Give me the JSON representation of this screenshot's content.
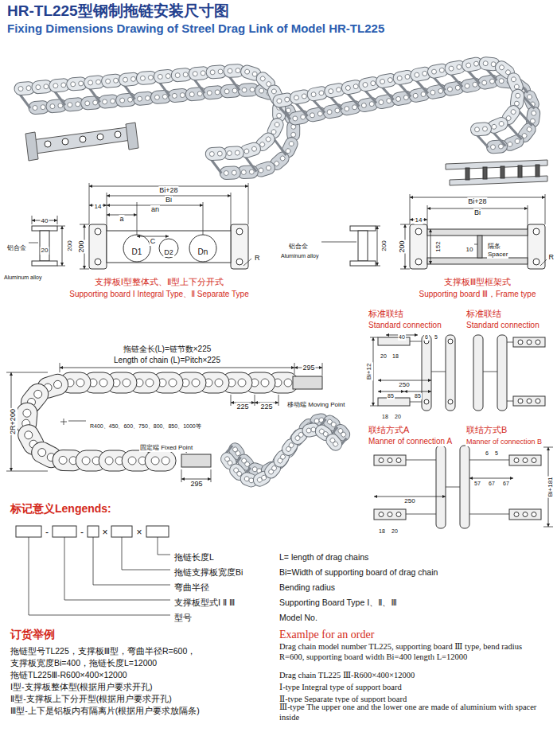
{
  "diagram": {
    "title": "HR-TL225型钢制拖链安装尺寸图",
    "labels": [
      "Fixing Dimensions Drawing of Streel Drag Link of Model HR-TL225",
      "Bi+28",
      "Bi",
      "14",
      "an",
      "a",
      "C",
      "D1",
      "D2",
      "Dn",
      "200",
      "R",
      "40",
      "20",
      "200",
      "铝合金",
      "Aluminum alloy",
      "支撑板Ⅰ型整体式、Ⅱ型上下分开式",
      "Supporting board Ⅰ Integral Type、Ⅱ Separate Type",
      "Bi+28",
      "Bi",
      "14",
      "10",
      "隔条",
      "Spacer",
      "152",
      "200",
      "R",
      "铝合金",
      "Aluminum alloy",
      "200",
      "支撑板Ⅲ型框架式",
      "Supporting board Ⅲ，Frame type",
      "拖链全长(L)=链节数×225",
      "Length of chain (L)=Pitch×225",
      "295",
      "225",
      "225",
      "移动端 Moving Point",
      "2R+200",
      "R400、450、600、750、800、850、1000等",
      "固定端 Fixed Point",
      "295",
      "标准联结",
      "Standard connection",
      "标准联结",
      "Standard connection",
      "Bi+12",
      "20",
      "18",
      "40",
      "6",
      "5",
      "250",
      "85",
      "85",
      "18",
      "20",
      "联结方式A",
      "Manner of connection A",
      "联结方式B",
      "Manner of connection B",
      "6",
      "5",
      "57",
      "67",
      "67",
      "250",
      "18",
      "20",
      "Bi+181",
      "标记意义Lengends:",
      "-",
      "-",
      "×",
      "×",
      "拖链长度L",
      "拖链支撑板宽度Bi",
      "弯曲半径",
      "支撑板型式Ⅰ Ⅱ Ⅲ",
      "型号",
      "L= length of drag chains",
      "Bi=Width of supporting board of drag chain",
      "Bending radius",
      "Supporting Board Type Ⅰ、Ⅱ、Ⅲ",
      "Model No.",
      "订货举例",
      "拖链型号TL225，支撑板Ⅲ型，弯曲半径R=600，",
      "支撑板宽度Bi=400，拖链长度L=12000",
      "拖链TL225Ⅲ-R600×400×12000",
      "Ⅰ型-支撑板整体型(根据用户要求开孔)",
      "Ⅱ型-支撑板上下分开型(根据用户要求开孔)",
      "Ⅲ型-上下是铝板内有隔离片(根据用户要求放隔条)",
      "Examlpe for an order",
      "Drag chain model number TL225, supporting board Ⅲ type, bend radius R=600, supporting board width Bi=400 length L=12000",
      "Drag chain TL225 Ⅲ-R600×400×12000",
      "Ⅰ-type Integral type of support board",
      "Ⅱ-type Separate type of support board",
      "Ⅲ-type The upper one and the lower one are made of aluminium with spacer inside"
    ]
  }
}
